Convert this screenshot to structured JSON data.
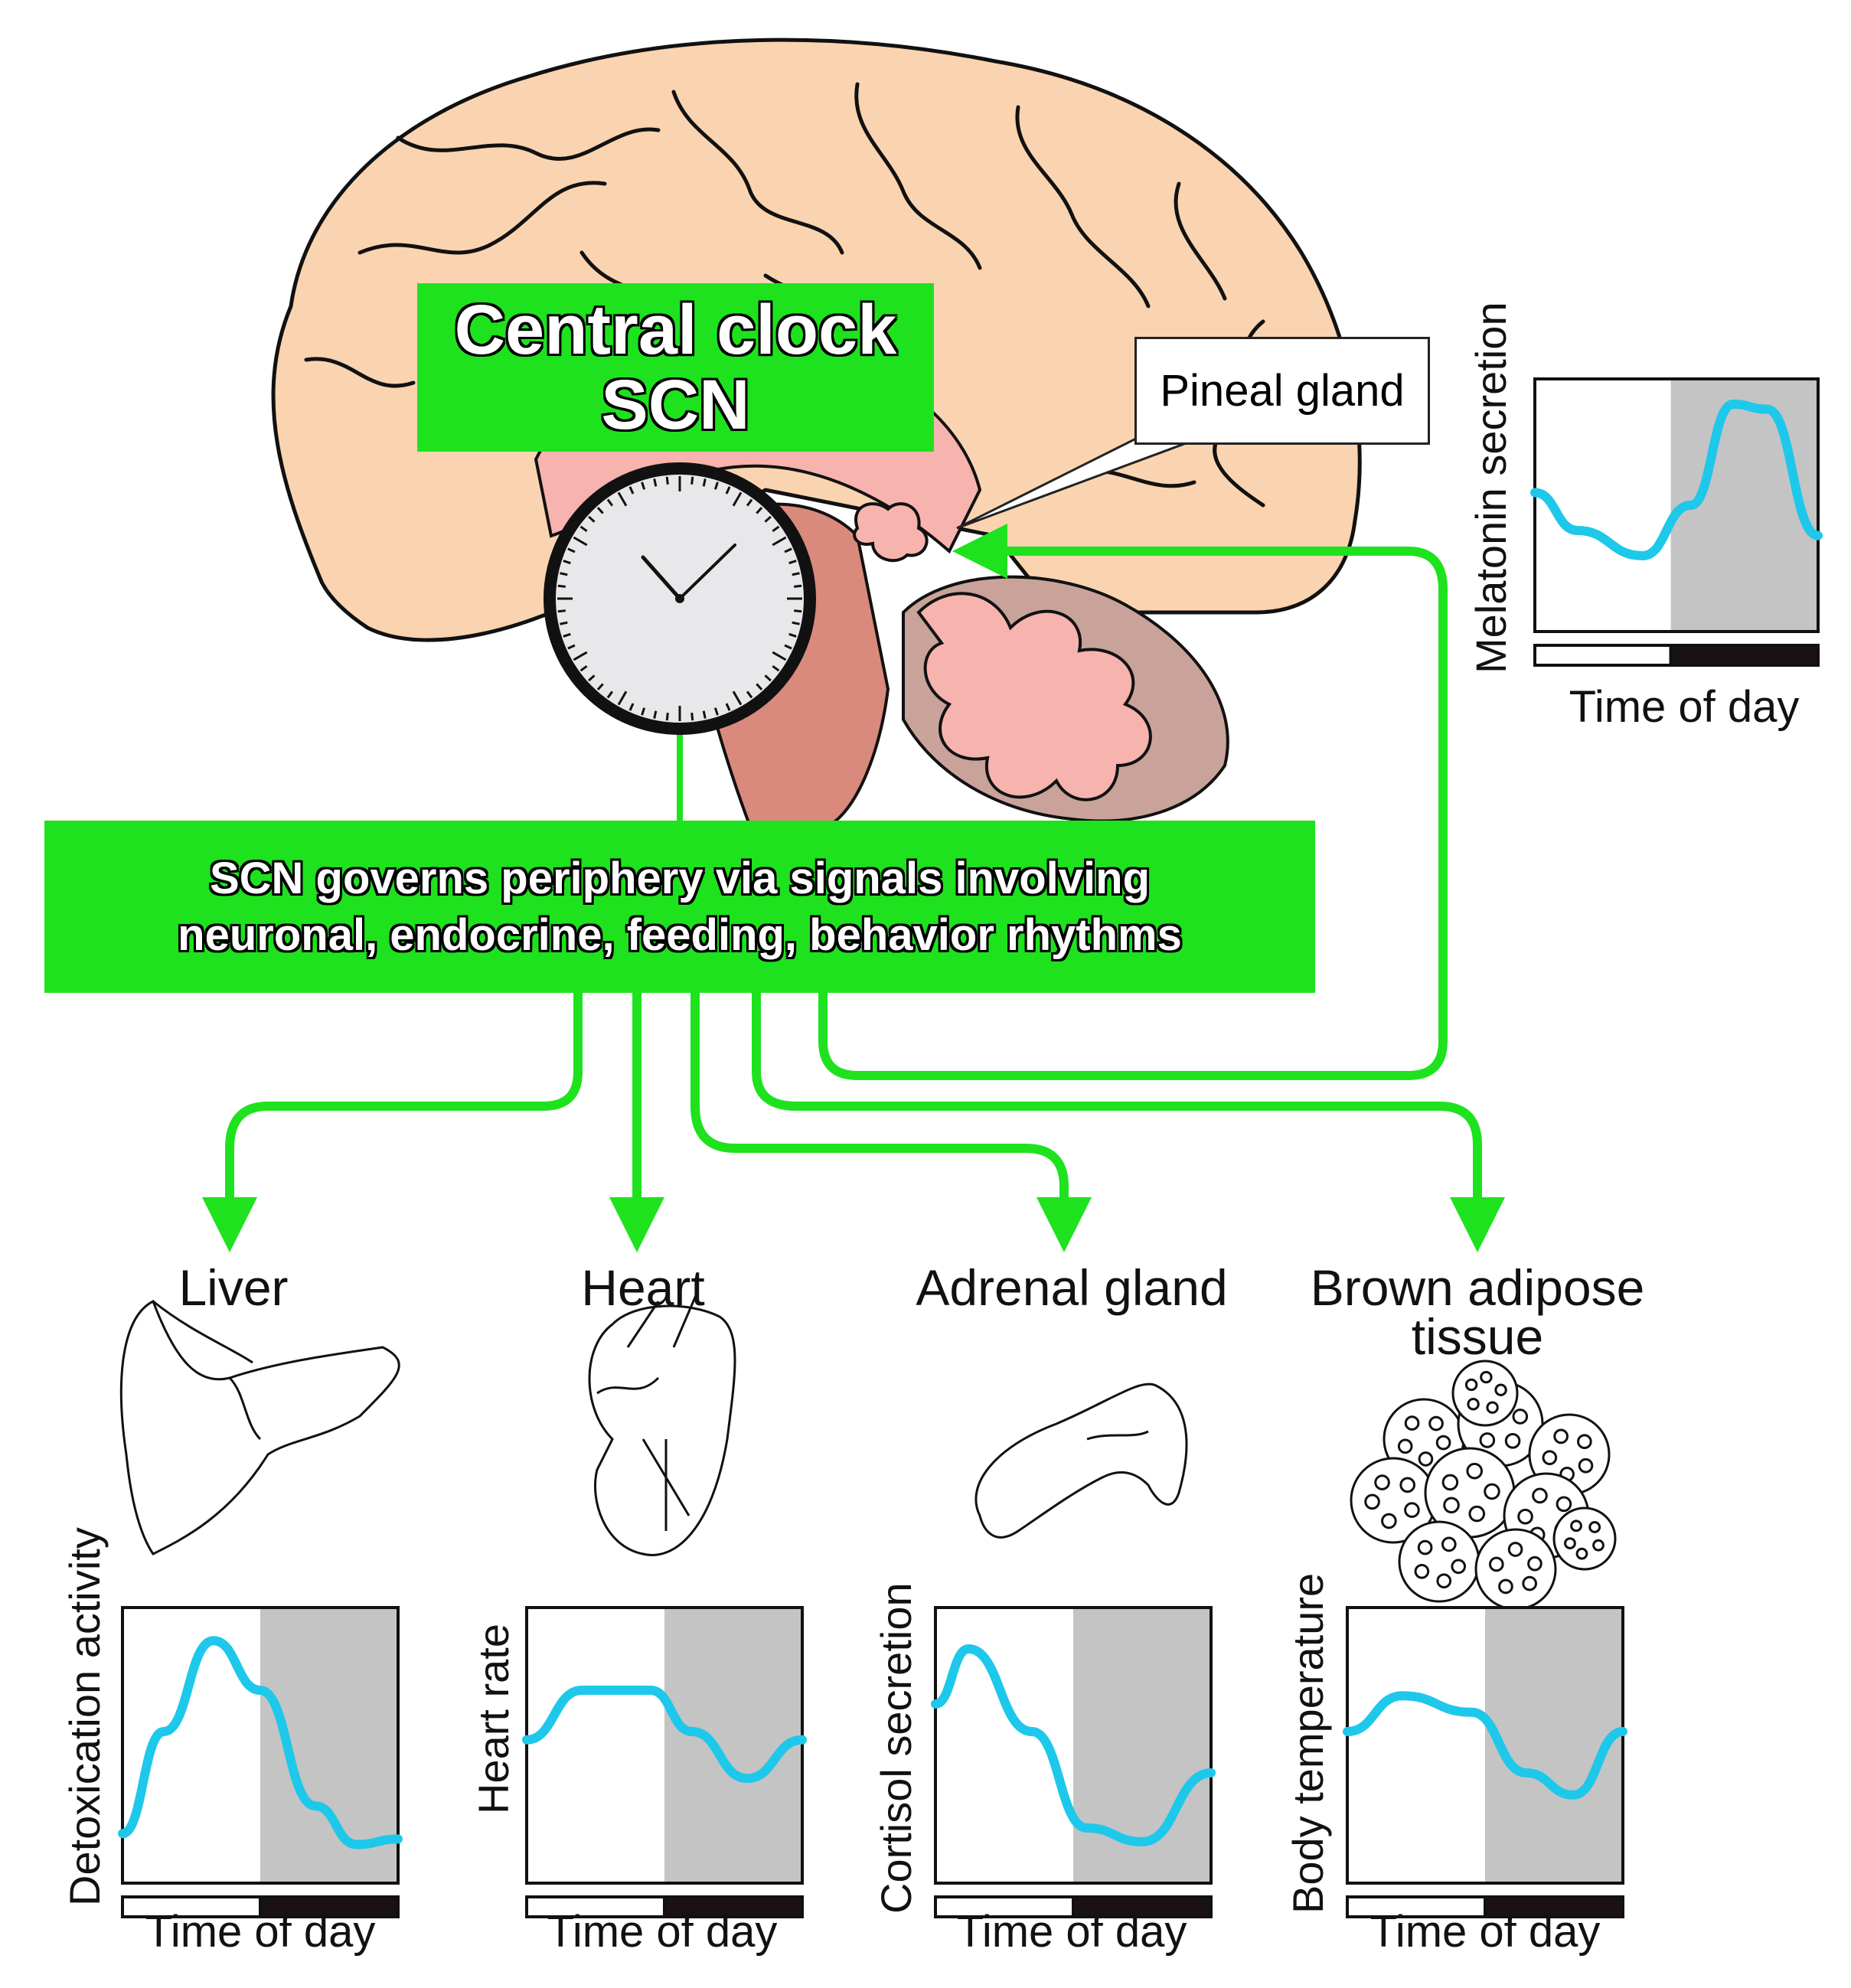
{
  "central_clock": {
    "line1": "Central clock",
    "line2": "SCN"
  },
  "pineal_label": "Pineal gland",
  "periphery": {
    "line1": "SCN governs periphery via signals involving",
    "line2": "neuronal, endocrine, feeding, behavior rhythms"
  },
  "organs": {
    "liver": "Liver",
    "heart": "Heart",
    "adrenal": "Adrenal gland",
    "bat_line1": "Brown adipose",
    "bat_line2": "tissue"
  },
  "plots": [
    {
      "id": "melatonin",
      "ylabel": "Melatonin secretion",
      "xlabel": "Time of day"
    },
    {
      "id": "liver",
      "ylabel": "Detoxication activity",
      "xlabel": "Time of day"
    },
    {
      "id": "heart",
      "ylabel": "Heart rate",
      "xlabel": "Time of day"
    },
    {
      "id": "adrenal",
      "ylabel": "Cortisol secretion",
      "xlabel": "Time of day"
    },
    {
      "id": "bat",
      "ylabel": "Body temperature",
      "xlabel": "Time of day"
    }
  ],
  "colors": {
    "green": "#1ee21e",
    "curve": "#1ec8ea",
    "night_shade": "#c4c4c4",
    "brain": "#fad4b0",
    "brainstem": "#d98a7c",
    "inner": "#f7b3ae"
  }
}
